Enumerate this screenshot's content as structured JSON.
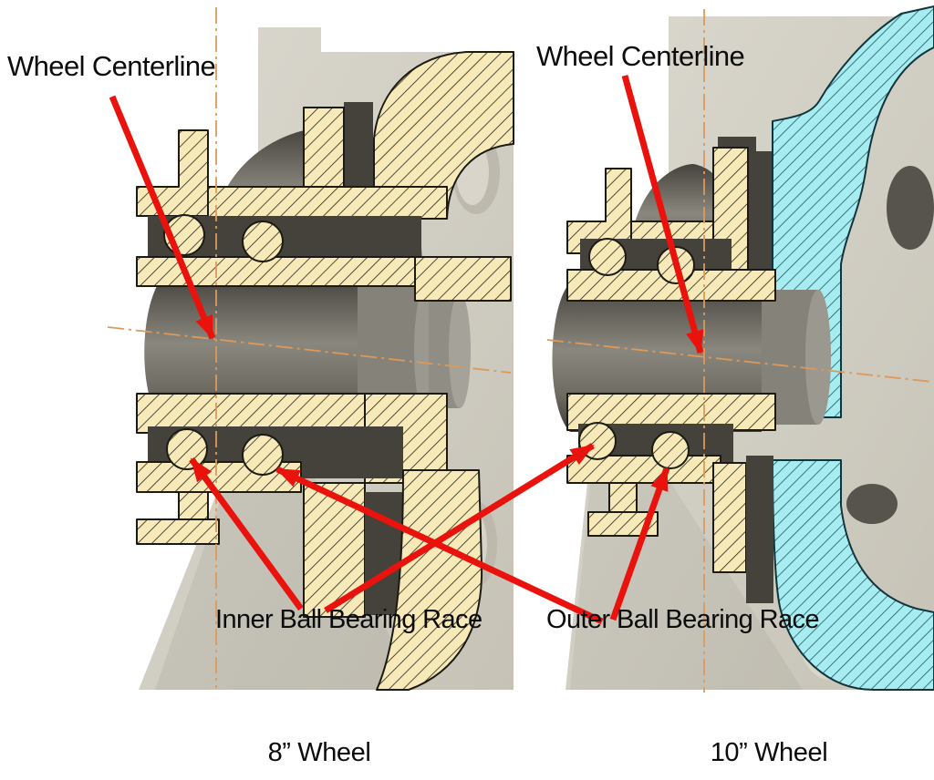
{
  "figure": {
    "type": "engineering-cutaway-comparison",
    "description": "Section views of two caster wheel hubs comparing bearing placement",
    "annotations": {
      "wheel_centerline_left": "Wheel Centerline",
      "wheel_centerline_right": "Wheel Centerline",
      "inner_race": "Inner Ball Bearing Race",
      "outer_race": "Outer Ball Bearing Race"
    },
    "captions": {
      "left": "8” Wheel",
      "right": "10” Wheel"
    },
    "colors": {
      "background": "#ffffff",
      "annotation_text": "#0c0c0c",
      "arrow_red": "#ea120d",
      "centerline_orange": "#dc995a",
      "section_hatch_tan": "#f8eab8",
      "section_hatch_cyan": "#a7ecf1",
      "body_gray": "#d3cfc5",
      "metal_dark": "#4a4740"
    }
  }
}
